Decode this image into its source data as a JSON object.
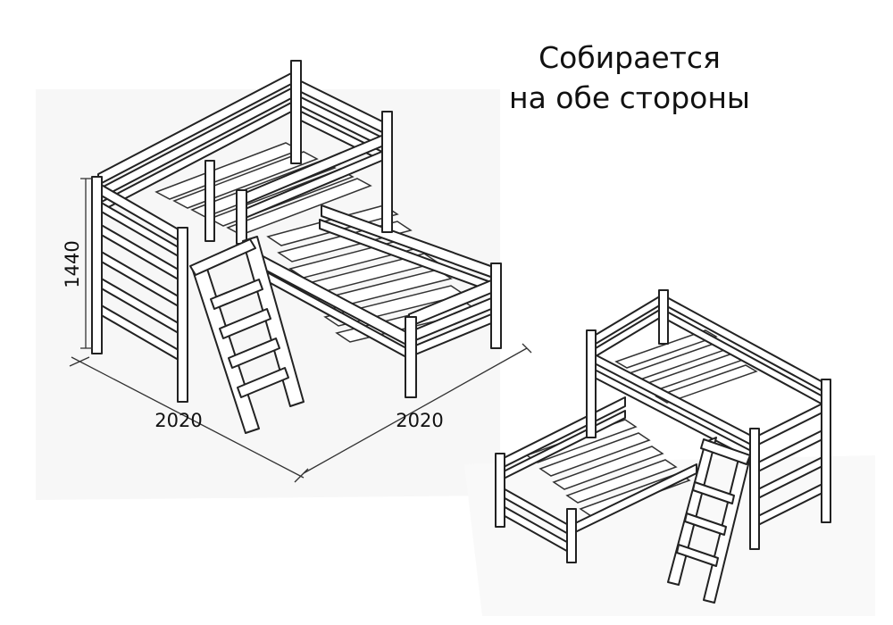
{
  "caption": {
    "line1": "Собирается",
    "line2": "на обе стороны"
  },
  "dimensions": {
    "height": "1440",
    "length_left": "2020",
    "length_right": "2020"
  }
}
